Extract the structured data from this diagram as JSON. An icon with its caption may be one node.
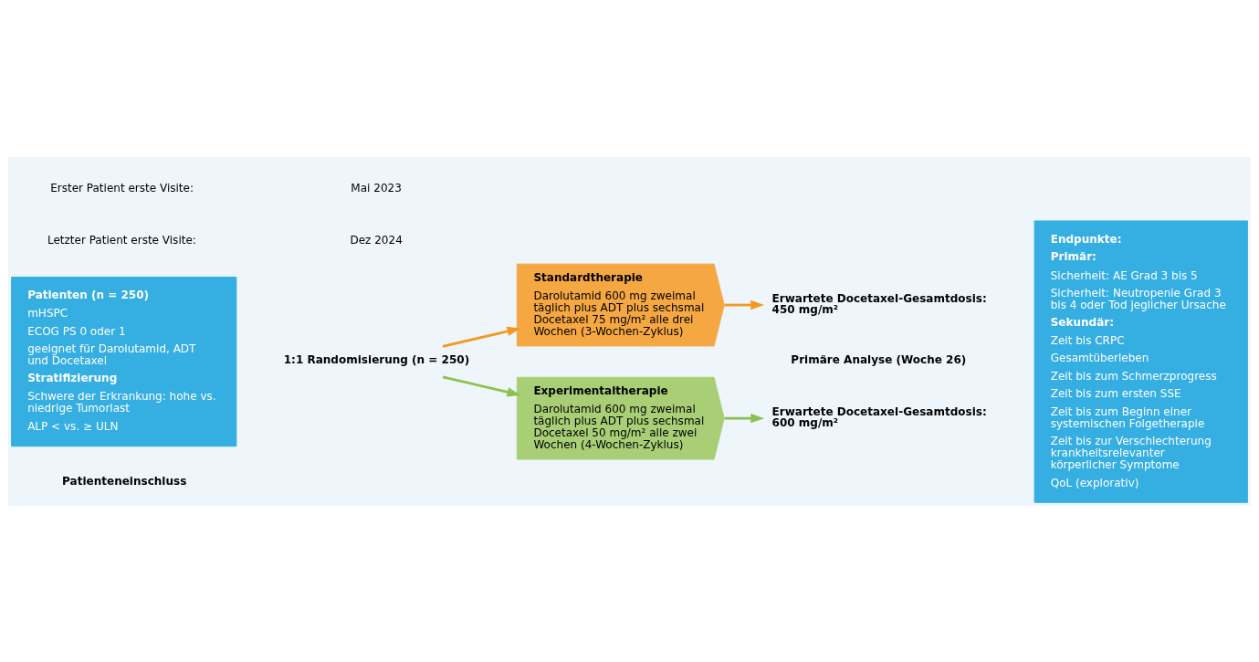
{
  "diagram": {
    "nodes": [
      {
        "text": [
          "Patienten (n = 250)",
          "mHSPC",
          "ECOG PS 0 oder 1",
          "geeignet für Darolutamid, ADT und Docetaxel",
          "Stratifizierung",
          "Schwere der Erkrankung: hohe vs. niedrige Tumorlast",
          "ALP < vs. ≥ ULN"
        ]
      },
      {
        "text": [
          "1:1 Randomisierung (n = 250)"
        ]
      },
      {
        "text": [
          "Standardtherapie",
          "Darolutamid 600 mg zweimal täglich plus ADT plus sechsmal Docetaxel 75 mg/m² alle drei Wochen (3-Wochen-Zyklus)"
        ]
      },
      {
        "text": [
          "Erwartete Docetaxel-Gesamtdosis: 450 mg/m²"
        ]
      },
      {
        "text": [
          "Experimentaltherapie",
          "Darolutamid 600 mg zweimal täglich plus ADT plus sechsmal Docetaxel 50 mg/m² alle zwei Wochen (4-Wochen-Zyklus)"
        ]
      },
      {
        "text": [
          "Erwartete Docetaxel-Gesamtdosis: 600 mg/m²"
        ]
      },
      {
        "text": [
          "Endpunkte:",
          "Primär:",
          "Sicherheit: AE Grad 3 bis 5",
          "Sicherheit: Neutropenie Grad 3 bis 4 oder Tod jeglicher Ursache",
          "Sekundär:",
          "Zeit bis CRPC",
          "Gesamtüberleben",
          "Zeit bis zum Schmerzprogress",
          "Zeit bis zum ersten SSE",
          "Zeit bis zum Beginn einer systemischen Folgetherapie",
          "Zeit bis zur Verschlechterung krankheitsrelevanter körperlicher Symptome",
          "QoL (explorativ)"
        ]
      }
    ],
    "edges": [
      {
        "from": 1,
        "to": 2,
        "arrow": "to",
        "color": "#f39a1e"
      },
      {
        "from": 1,
        "to": 4,
        "arrow": "to",
        "color": "#8cc152"
      },
      {
        "from": 2,
        "to": 3,
        "arrow": "to",
        "color": "#f39a1e"
      },
      {
        "from": 4,
        "to": 5,
        "arrow": "to",
        "color": "#8cc152"
      }
    ],
    "labels": [
      "Primäre Analyse (Woche 26)",
      "Patienteneinschluss",
      "Erster Patient erste Visite:",
      "Mai 2023",
      "Letzter Patient erste Visite:",
      "Dez 2024"
    ]
  }
}
